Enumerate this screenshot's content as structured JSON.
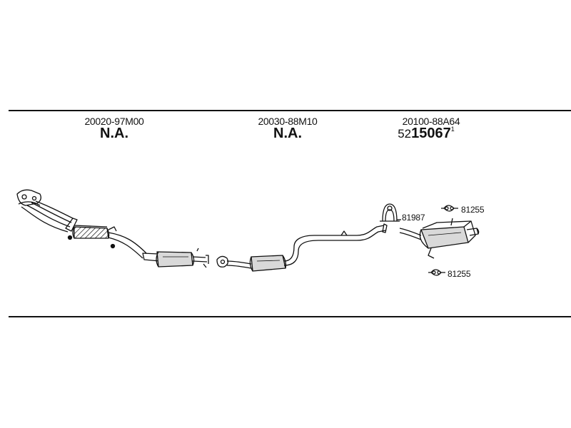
{
  "columns": [
    {
      "part_label": "20020-97M00",
      "status": "N.A."
    },
    {
      "part_label": "20030-88M10",
      "status": "N.A."
    },
    {
      "part_label": "20100-88A64",
      "part_number_prefix": "52",
      "part_number": "15067",
      "part_number_mark": "1"
    }
  ],
  "callouts": {
    "clamp": "81987",
    "hanger_top": "81255",
    "hanger_bottom": "81255"
  }
}
